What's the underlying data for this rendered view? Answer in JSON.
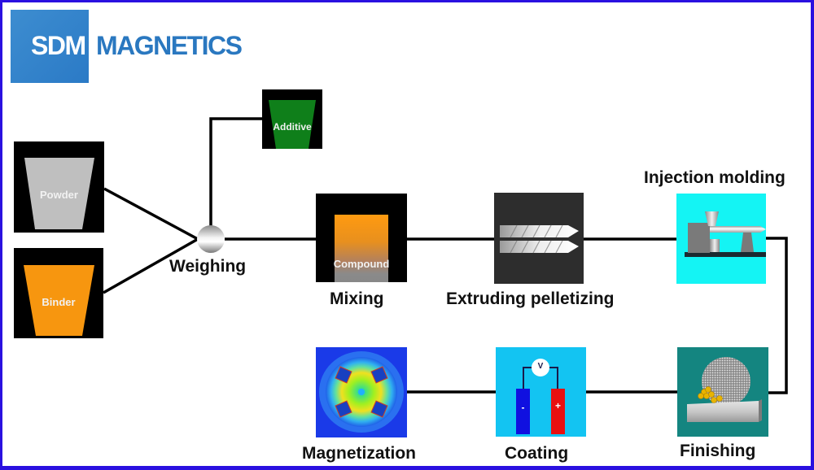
{
  "logo": {
    "part1": "SDM",
    "part2": "MAGNETICS",
    "brand_color": "#2a78c0"
  },
  "frame_color": "#2a10e0",
  "materials": [
    {
      "id": "powder",
      "label": "Powder",
      "color": "#bfbfbf"
    },
    {
      "id": "binder",
      "label": "Binder",
      "color": "#f7960f"
    },
    {
      "id": "additive",
      "label": "Additive",
      "color": "#0f7f1a"
    }
  ],
  "steps": [
    {
      "id": "weighing",
      "label": "Weighing"
    },
    {
      "id": "mixing",
      "label": "Mixing",
      "inner_label": "Compound"
    },
    {
      "id": "extruding",
      "label": "Extruding pelletizing"
    },
    {
      "id": "injection",
      "label": "Injection molding"
    },
    {
      "id": "finishing",
      "label": "Finishing"
    },
    {
      "id": "coating",
      "label": "Coating",
      "meter_label": "V",
      "neg_label": "-",
      "pos_label": "+"
    },
    {
      "id": "magnetization",
      "label": "Magnetization"
    }
  ],
  "flow": [
    "powder",
    "binder",
    "additive",
    "weighing",
    "mixing",
    "extruding",
    "injection",
    "finishing",
    "coating",
    "magnetization"
  ]
}
